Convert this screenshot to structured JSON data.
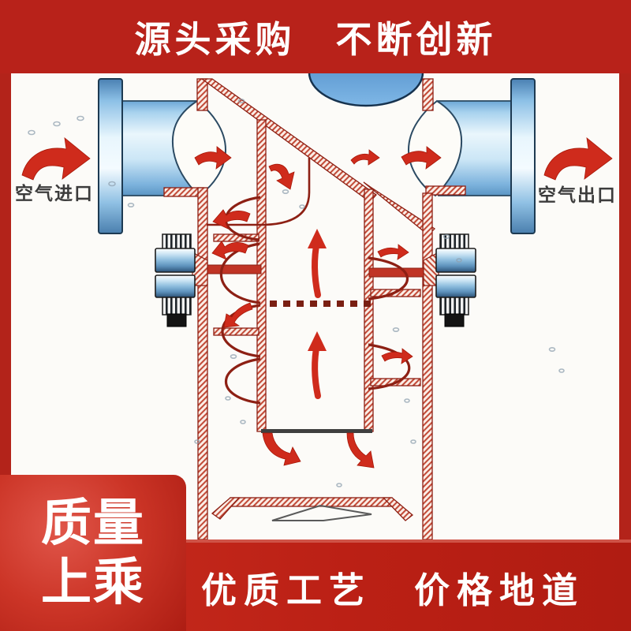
{
  "top_banner": {
    "text": "源头采购　不断创新",
    "bg_color": "#b8221a"
  },
  "bottom_banner": {
    "text": "优质工艺　价格地道",
    "bg_color": "#bb2015"
  },
  "quality_box": {
    "line1": "质量",
    "line2": "上乘",
    "bg_color": "#c23021"
  },
  "diagram": {
    "inlet_label": "空气进口",
    "outlet_label": "空气出口",
    "type": "spiral-air-separator-cutaway",
    "colors": {
      "wall_red": "#c24b38",
      "wall_edge": "#8d2014",
      "arrow_red": "#cf2b1c",
      "pipe_blue": "#9fcbe8",
      "flange_blue": "#7fb3dc",
      "dome_blue": "#5b9bd5",
      "label_gray": "#3c3c3c"
    },
    "icons": [
      "air-inlet-arrow-icon",
      "air-outlet-arrow-icon",
      "upflow-arrow-icon",
      "swirl-arrow-icon"
    ]
  }
}
